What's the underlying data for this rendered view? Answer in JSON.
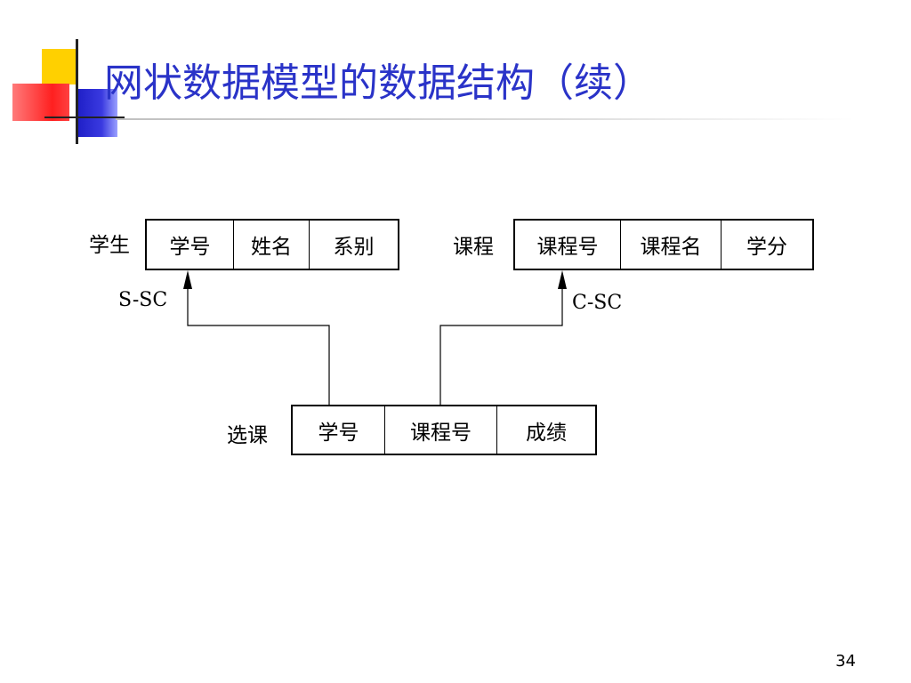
{
  "title": "网状数据模型的数据结构（续）",
  "records": {
    "student": {
      "name": "学生",
      "fields": [
        "学号",
        "姓名",
        "系别"
      ]
    },
    "course": {
      "name": "课程",
      "fields": [
        "课程号",
        "课程名",
        "学分"
      ]
    },
    "elective": {
      "name": "选课",
      "fields": [
        "学号",
        "课程号",
        "成绩"
      ]
    }
  },
  "links": {
    "s_sc": "S-SC",
    "c_sc": "C-SC"
  },
  "page_number": "34"
}
